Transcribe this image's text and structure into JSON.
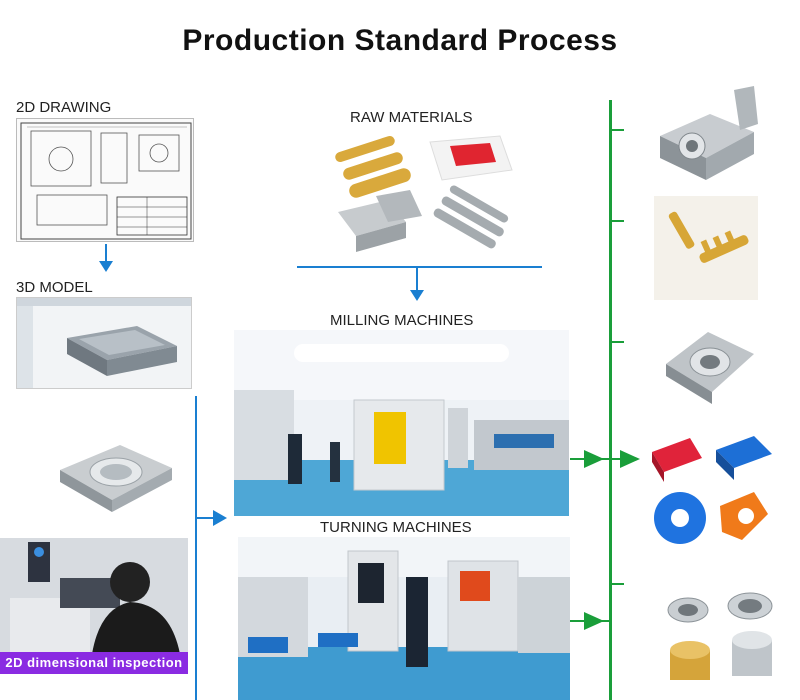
{
  "title": "Production Standard Process",
  "labels": {
    "drawing": "2D DRAWING",
    "model": "3D MODEL",
    "raw": "RAW MATERIALS",
    "milling": "MILLING MACHINES",
    "turning": "TURNING MACHINES",
    "inspection": "2D dimensional  inspection"
  },
  "colors": {
    "flow_blue": "#1a7fd1",
    "flow_green": "#1a9e3a",
    "badge_purple": "#8a2be2"
  }
}
